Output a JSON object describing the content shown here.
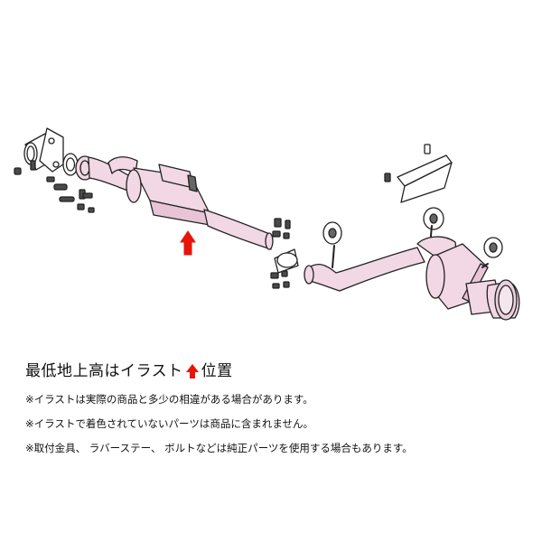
{
  "caption": {
    "headline_prefix": "最低地上高はイラスト",
    "headline_suffix": "位置",
    "arrow_color": "#e8140a",
    "notes": [
      "※イラストは実際の商品と多少の相違がある場合があります。",
      "※イラストで着色されていないパーツは商品に含まれません。",
      "※取付金具、 ラバーステー、 ボルトなどは純正パーツを使用する場合もあります。"
    ]
  },
  "colors": {
    "pipe_fill": "#f2d7e4",
    "outline": "#222222",
    "uncolored_parts": "#ffffff",
    "hardware": "#4a4a4a"
  }
}
